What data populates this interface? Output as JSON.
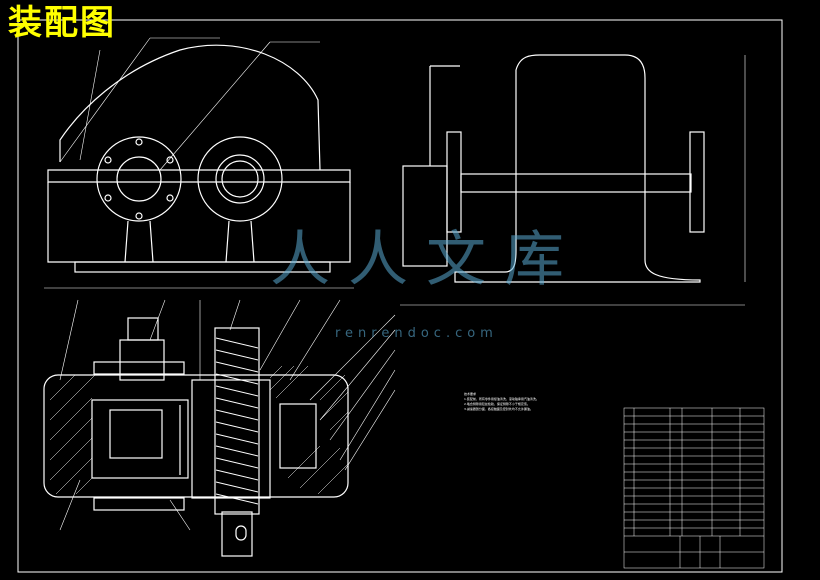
{
  "title": "装配图",
  "watermark": {
    "text": "人人文库",
    "url": "renrendoc.com"
  },
  "colors": {
    "background": "#000000",
    "line": "#ffffff",
    "title": "#ffff00",
    "watermark": "#5aaad2"
  },
  "technical_notes": [
    "技术要求",
    "1.装配前，所有零件用煤油清洗，滚动轴承用汽油清洗。",
    "2.啮合侧隙用铅丝检验，保证侧隙不小于规定值。",
    "3.减速器剖分面、各接触面及密封处均不允许漏油。"
  ]
}
